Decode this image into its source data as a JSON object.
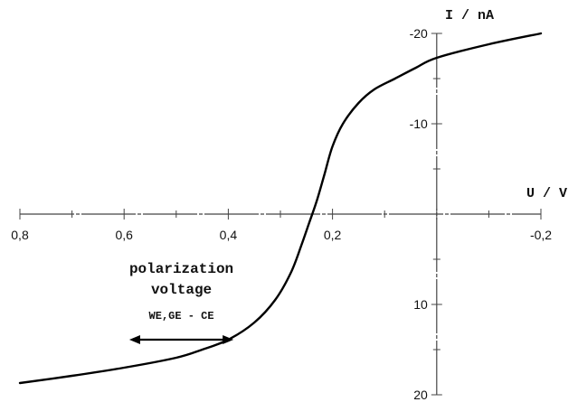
{
  "chart_data": {
    "type": "line",
    "xlabel": "U / V",
    "ylabel": "I / nA",
    "xlim": [
      0.8,
      -0.2
    ],
    "ylim": [
      20,
      -20
    ],
    "x_ticks": [
      0.8,
      0.6,
      0.4,
      0.2,
      -0.2
    ],
    "x_tick_labels": [
      "0,8",
      "0,6",
      "0,4",
      "0,2",
      "-0,2"
    ],
    "y_ticks": [
      -20,
      -10,
      10,
      20
    ],
    "y_tick_labels": [
      "-20",
      "-10",
      "10",
      "20"
    ],
    "grid": false,
    "series": [
      {
        "x": [
          0.8,
          0.7,
          0.6,
          0.5,
          0.45,
          0.4,
          0.35,
          0.31,
          0.28,
          0.26,
          0.245,
          0.23,
          0.215,
          0.2,
          0.18,
          0.15,
          0.12,
          0.08,
          0.04,
          0.0,
          -0.1,
          -0.2
        ],
        "y": [
          18.7,
          17.9,
          17.0,
          15.9,
          15.0,
          13.9,
          12.0,
          9.5,
          6.5,
          3.5,
          1.0,
          -1.5,
          -4.5,
          -7.5,
          -10.0,
          -12.3,
          -13.8,
          -15.0,
          -16.2,
          -17.3,
          -18.8,
          -20.0
        ]
      }
    ],
    "annotations": [
      {
        "text": "polarization",
        "x": 0.49,
        "y": 6.5
      },
      {
        "text": "voltage",
        "x": 0.49,
        "y": 8.8
      },
      {
        "text": "WE,GE - CE",
        "x": 0.49,
        "y": 11.6
      },
      {
        "type": "double-arrow",
        "from": 0.59,
        "to": 0.39,
        "y": 13.9
      }
    ]
  }
}
